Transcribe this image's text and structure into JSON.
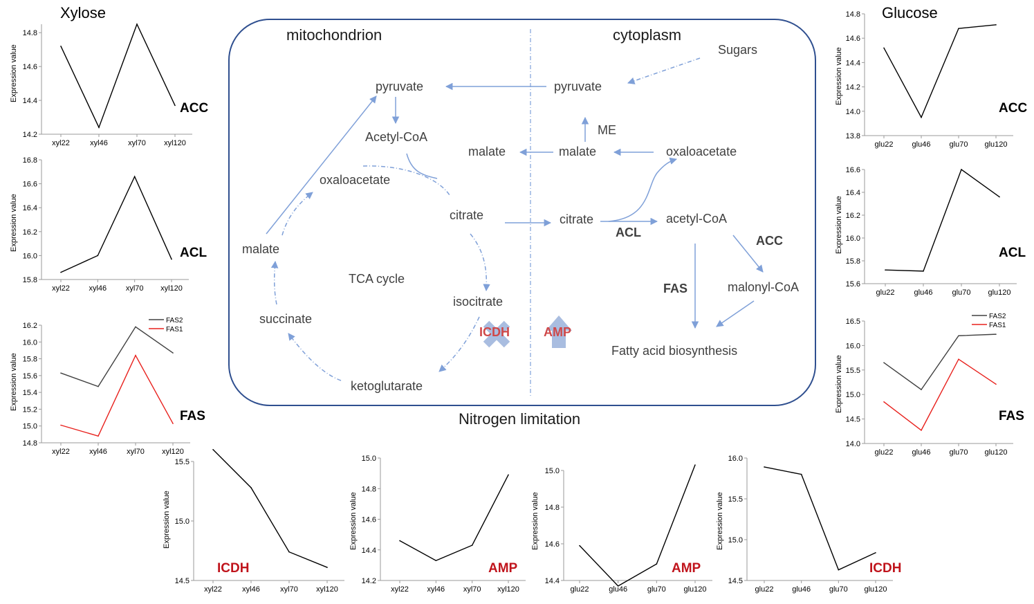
{
  "figure": {
    "xylose_label": "Xylose",
    "glucose_label": "Glucose",
    "nitrogen_label": "Nitrogen limitation"
  },
  "diagram": {
    "compartments": {
      "left": "mitochondrion",
      "right": "cytoplasm"
    },
    "metabolites": {
      "sugars": "Sugars",
      "pyruvate_cyto": "pyruvate",
      "pyruvate_mito": "pyruvate",
      "acetylcoa_mito": "Acetyl-CoA",
      "malate_mito_border": "malate",
      "malate_cyto": "malate",
      "oxaloacetate_cyto": "oxaloacetate",
      "oxaloacetate_mito": "oxaloacetate",
      "citrate_mito": "citrate",
      "citrate_cyto": "citrate",
      "acetylcoa_cyto": "acetyl-CoA",
      "malate_tca": "malate",
      "tca_cycle": "TCA cycle",
      "isocitrate": "isocitrate",
      "succinate": "succinate",
      "ketoglutarate": "ketoglutarate",
      "malonylcoa": "malonyl-CoA",
      "fatty_acid": "Fatty acid biosynthesis"
    },
    "enzymes": {
      "me": "ME",
      "acl": "ACL",
      "acc": "ACC",
      "fas": "FAS",
      "icdh": "ICDH",
      "amp": "AMP"
    },
    "colors": {
      "arrow": "#7fa0d8",
      "border": "#2f4f8f",
      "text": "#404040",
      "enzyme_red": "#d04848",
      "icdh_cross": "#a9bde0",
      "amp_up": "#a9bde0"
    }
  },
  "chart_data": [
    {
      "id": "xyl-acc",
      "type": "line",
      "title": "ACC",
      "title_color": "#000000",
      "ylabel": "Expression value",
      "categories": [
        "xyl22",
        "xyl46",
        "xyl70",
        "xyl120"
      ],
      "ylim": [
        14.2,
        14.85
      ],
      "yticks": [
        "14.2",
        "14.4",
        "14.6",
        "14.8"
      ],
      "series": [
        {
          "values": [
            14.72,
            14.24,
            14.85,
            14.37
          ],
          "color": "#000000"
        }
      ]
    },
    {
      "id": "xyl-acl",
      "type": "line",
      "title": "ACL",
      "title_color": "#000000",
      "ylabel": "Expression value",
      "categories": [
        "xyl22",
        "xyl46",
        "xyl70",
        "xyl120"
      ],
      "ylim": [
        15.8,
        16.8
      ],
      "yticks": [
        "15.8",
        "16.0",
        "16.2",
        "16.4",
        "16.6",
        "16.8"
      ],
      "series": [
        {
          "values": [
            15.86,
            16.0,
            16.66,
            15.97
          ],
          "color": "#000000"
        }
      ]
    },
    {
      "id": "xyl-fas",
      "type": "line",
      "title": "FAS",
      "title_color": "#000000",
      "ylabel": "Expression value",
      "categories": [
        "xyl22",
        "xyl46",
        "xyl70",
        "xyl120"
      ],
      "ylim": [
        14.8,
        16.2
      ],
      "yticks": [
        "14.8",
        "15.0",
        "15.2",
        "15.4",
        "15.6",
        "15.8",
        "16.0",
        "16.2"
      ],
      "legend": true,
      "series": [
        {
          "name": "FAS2",
          "values": [
            15.63,
            15.47,
            16.18,
            15.87
          ],
          "color": "#404040"
        },
        {
          "name": "FAS1",
          "values": [
            15.01,
            14.88,
            15.84,
            15.03
          ],
          "color": "#e8201c"
        }
      ]
    },
    {
      "id": "glu-acc",
      "type": "line",
      "title": "ACC",
      "title_color": "#000000",
      "ylabel": "Expression value",
      "categories": [
        "glu22",
        "glu46",
        "glu70",
        "glu120"
      ],
      "ylim": [
        13.8,
        14.8
      ],
      "yticks": [
        "13.8",
        "14.0",
        "14.2",
        "14.4",
        "14.6",
        "14.8"
      ],
      "series": [
        {
          "values": [
            14.52,
            13.95,
            14.68,
            14.71
          ],
          "color": "#000000"
        }
      ]
    },
    {
      "id": "glu-acl",
      "type": "line",
      "title": "ACL",
      "title_color": "#000000",
      "ylabel": "Expression value",
      "categories": [
        "glu22",
        "glu46",
        "glu70",
        "glu120"
      ],
      "ylim": [
        15.6,
        16.6
      ],
      "yticks": [
        "15.6",
        "15.8",
        "16.0",
        "16.2",
        "16.4",
        "16.6"
      ],
      "series": [
        {
          "values": [
            15.72,
            15.71,
            16.6,
            16.36
          ],
          "color": "#000000"
        }
      ]
    },
    {
      "id": "glu-fas",
      "type": "line",
      "title": "FAS",
      "title_color": "#000000",
      "ylabel": "Expression value",
      "categories": [
        "glu22",
        "glu46",
        "glu70",
        "glu120"
      ],
      "ylim": [
        14.0,
        16.5
      ],
      "yticks": [
        "14.0",
        "14.5",
        "15.0",
        "15.5",
        "16.0",
        "16.5"
      ],
      "legend": true,
      "series": [
        {
          "name": "FAS2",
          "values": [
            15.65,
            15.1,
            16.2,
            16.23
          ],
          "color": "#404040"
        },
        {
          "name": "FAS1",
          "values": [
            14.85,
            14.27,
            15.72,
            15.21
          ],
          "color": "#e8201c"
        }
      ]
    },
    {
      "id": "xyl-icdh",
      "type": "line",
      "title": "ICDH",
      "title_color": "#c0141c",
      "ylabel": "Expression value",
      "categories": [
        "xyl22",
        "xyl46",
        "xyl70",
        "xyl120"
      ],
      "ylim": [
        14.5,
        15.5
      ],
      "yticks": [
        "14.5",
        "15.0",
        "15.5"
      ],
      "series": [
        {
          "values": [
            15.6,
            15.28,
            14.74,
            14.61
          ],
          "color": "#000000"
        }
      ]
    },
    {
      "id": "xyl-amp",
      "type": "line",
      "title": "AMP",
      "title_color": "#c0141c",
      "ylabel": "Expression value",
      "categories": [
        "xyl22",
        "xyl46",
        "xyl70",
        "xyl120"
      ],
      "ylim": [
        14.2,
        15.0
      ],
      "yticks": [
        "14.2",
        "14.4",
        "14.6",
        "14.8",
        "15.0"
      ],
      "series": [
        {
          "values": [
            14.46,
            14.33,
            14.43,
            14.89
          ],
          "color": "#000000"
        }
      ]
    },
    {
      "id": "glu-amp",
      "type": "line",
      "title": "AMP",
      "title_color": "#c0141c",
      "ylabel": "Expression value",
      "categories": [
        "glu22",
        "glu46",
        "glu70",
        "glu120"
      ],
      "ylim": [
        14.4,
        15.0
      ],
      "yticks": [
        "14.4",
        "14.6",
        "14.8",
        "15.0"
      ],
      "series": [
        {
          "values": [
            14.59,
            14.37,
            14.49,
            15.03
          ],
          "color": "#000000"
        }
      ]
    },
    {
      "id": "glu-icdh",
      "type": "line",
      "title": "ICDH",
      "title_color": "#c0141c",
      "ylabel": "Expression value",
      "categories": [
        "glu22",
        "glu46",
        "glu70",
        "glu120"
      ],
      "ylim": [
        14.5,
        16.0
      ],
      "yticks": [
        "14.5",
        "15.0",
        "15.5",
        "16.0"
      ],
      "series": [
        {
          "values": [
            15.89,
            15.8,
            14.63,
            14.84
          ],
          "color": "#000000"
        }
      ]
    }
  ]
}
